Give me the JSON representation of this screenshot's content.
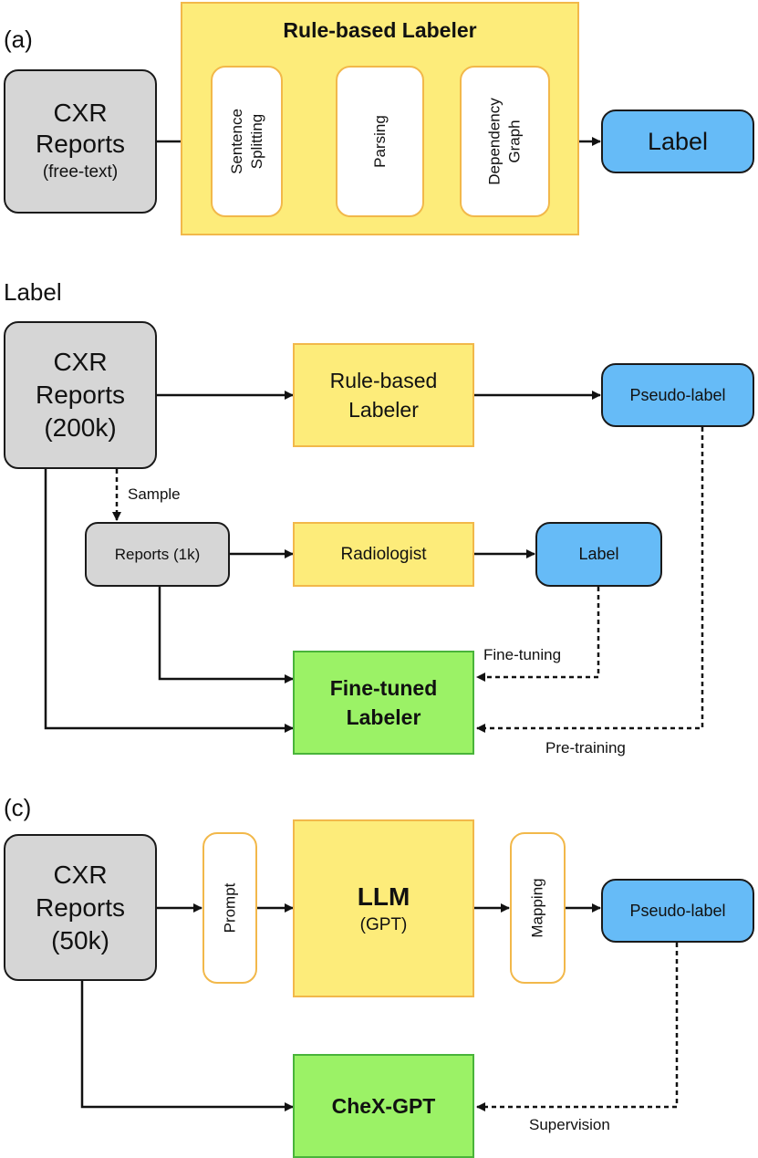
{
  "panel_a": {
    "label": "(a)",
    "reports_line1": "CXR",
    "reports_line2": "Reports",
    "reports_line3": "(free-text)",
    "labeler_title": "Rule-based Labeler",
    "step1_line1": "Sentence",
    "step1_line2": "Splitting",
    "step2": "Parsing",
    "step3_line1": "Dependency",
    "step3_line2": "Graph",
    "output": "Label"
  },
  "panel_b": {
    "label": "Label",
    "reports_line1": "CXR",
    "reports_line2": "Reports",
    "reports_line3": "(200k)",
    "rule_line1": "Rule-based",
    "rule_line2": "Labeler",
    "pseudo": "Pseudo-label",
    "sample": "Sample",
    "subset": "Reports (1k)",
    "radiologist": "Radiologist",
    "finetuning": "Fine-tuning",
    "finetuned_line1": "Fine-tuned",
    "finetuned_line2": "Labeler",
    "pretraining": "Pre-training"
  },
  "panel_c": {
    "label": "(c)",
    "reports_line1": "CXR",
    "reports_line2": "Reports",
    "reports_line3": "(50k)",
    "prompt": "Prompt",
    "llm_line1": "LLM",
    "llm_line2": "(GPT)",
    "mapping": "Mapping",
    "pseudo": "Pseudo-label",
    "chexgpt": "CheX-GPT",
    "supervision": "Supervision"
  }
}
